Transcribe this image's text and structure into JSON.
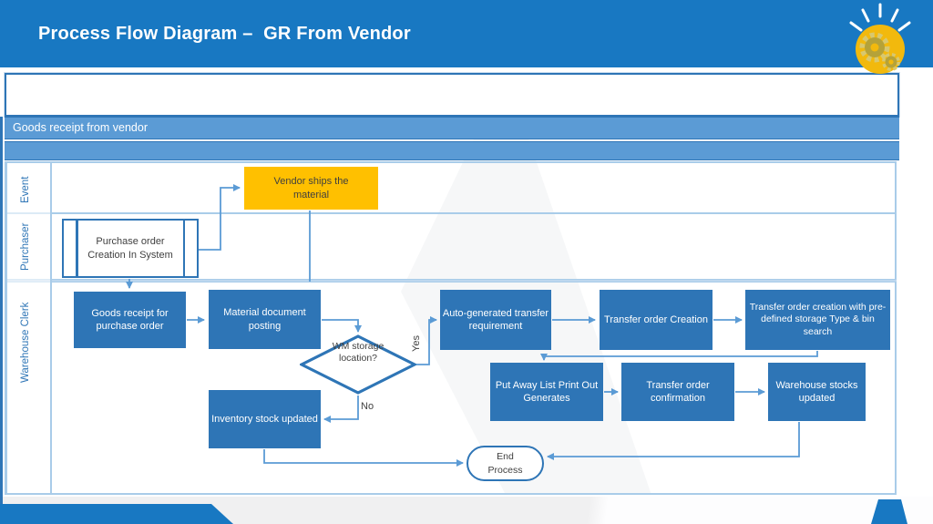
{
  "slide": {
    "title": "Process Flow Diagram –  GR From Vendor",
    "band_label": "Goods receipt from vendor"
  },
  "lanes": {
    "event": "Event",
    "purchaser": "Purchaser",
    "warehouse_clerk": "Warehouse Clerk"
  },
  "nodes": {
    "vendor_ships": {
      "label": "Vendor ships the material",
      "type": "event"
    },
    "purchase_order": {
      "label": "Purchase order Creation In System",
      "type": "predefined-process"
    },
    "goods_receipt": {
      "label": "Goods receipt for purchase order",
      "type": "process"
    },
    "material_doc": {
      "label": "Material document posting",
      "type": "process"
    },
    "wm_decision": {
      "label": "WM storage location?",
      "type": "decision"
    },
    "auto_transfer": {
      "label": "Auto-generated transfer requirement",
      "type": "process"
    },
    "transfer_order_creation": {
      "label": "Transfer order Creation",
      "type": "process"
    },
    "transfer_order_predefined": {
      "label": "Transfer order creation with pre-defined storage Type &  bin search",
      "type": "process"
    },
    "put_away_list": {
      "label": "Put Away List Print Out Generates",
      "type": "process"
    },
    "transfer_confirmation": {
      "label": "Transfer order confirmation",
      "type": "process"
    },
    "warehouse_stocks": {
      "label": "Warehouse stocks updated",
      "type": "process"
    },
    "inventory_stock": {
      "label": "Inventory stock updated",
      "type": "process"
    },
    "end_process": {
      "label": "End Process",
      "type": "terminator"
    }
  },
  "edge_labels": {
    "yes": "Yes",
    "no": "No"
  },
  "colors": {
    "header_blue": "#1878C2",
    "band_fill": "#5B9BD5",
    "process_blue": "#2E75B6",
    "event_orange": "#FFC000",
    "connector_blue": "#5B9BD5",
    "frame_light_blue": "#A9CCE9",
    "bulb_yellow": "#F2B90D"
  }
}
